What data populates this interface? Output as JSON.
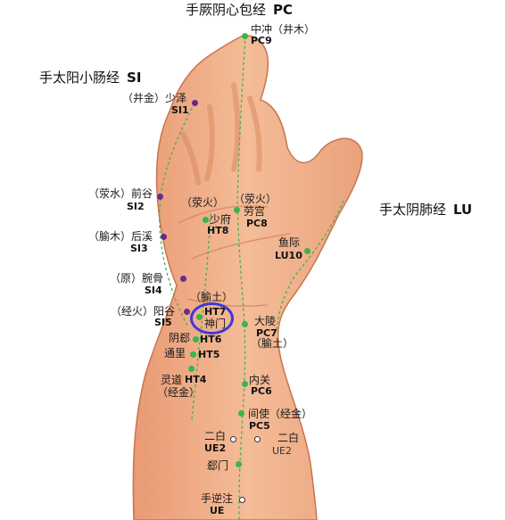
{
  "meridians": {
    "pc": {
      "zh": "手厥阴心包经",
      "en": "PC"
    },
    "si": {
      "zh": "手太阳小肠经",
      "en": "SI"
    },
    "lu": {
      "zh": "手太阴肺经",
      "en": "LU"
    }
  },
  "points": {
    "pc9": {
      "name": "中冲（井木）",
      "code": "PC9"
    },
    "si1": {
      "name": "（井金）少泽",
      "code": "SI1"
    },
    "si2": {
      "name": "（荥水）前谷",
      "code": "SI2"
    },
    "si3": {
      "name": "（腧木）后溪",
      "code": "SI3"
    },
    "si4": {
      "name": "（原）腕骨",
      "code": "SI4"
    },
    "si5": {
      "name": "（经火）阳谷",
      "code": "SI5"
    },
    "ht8": {
      "tag": "（荥火）",
      "name": "少府",
      "code": "HT8"
    },
    "pc8": {
      "tag": "（荥火）",
      "name": "劳宫",
      "code": "PC8"
    },
    "lu10": {
      "name": "鱼际",
      "code": "LU10"
    },
    "ht7": {
      "tag": "（腧土）",
      "code": "HT7",
      "name": "神门"
    },
    "pc7": {
      "name": "大陵",
      "code": "PC7",
      "tag": "（腧土）"
    },
    "ht6": {
      "name": "阴郄",
      "code": "HT6"
    },
    "ht5": {
      "name": "通里",
      "code": "HT5"
    },
    "ht4": {
      "name": "灵道",
      "code": "HT4",
      "tag": "（经金）"
    },
    "pc6": {
      "name": "内关",
      "code": "PC6"
    },
    "pc5": {
      "name": "间使（经金）",
      "code": "PC5"
    },
    "ue2a": {
      "name": "二白",
      "code": "UE2"
    },
    "ue2b": {
      "name": "二白",
      "code": "UE2"
    },
    "ximen": {
      "name": "郄门"
    },
    "ue": {
      "name": "手逆注",
      "code": "UE"
    }
  },
  "colors": {
    "skin": "#f2b48f",
    "skin_shadow": "#d98a63",
    "meridian_green": "#39b54a",
    "si_point": "#6a2a8c",
    "highlight_ring": "#3a3adb"
  }
}
